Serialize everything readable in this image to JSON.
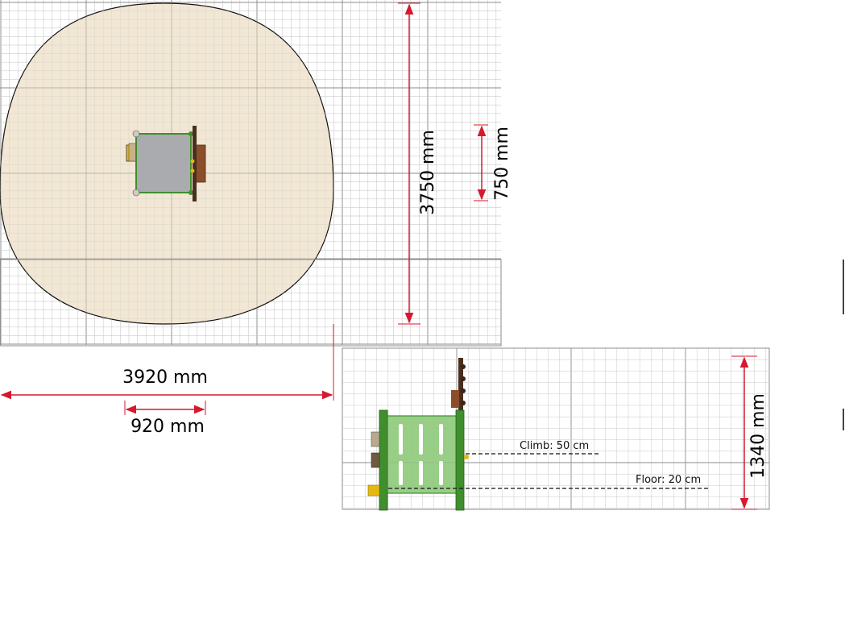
{
  "plan_view": {
    "dim_width_label": "3920 mm",
    "dim_item_width_label": "920 mm",
    "dim_height_label": "3750 mm",
    "dim_item_depth_label": "750 mm"
  },
  "side_view": {
    "dim_height_label": "1340 mm",
    "climb_label": "Climb: 50 cm",
    "floor_label": "Floor: 20 cm"
  },
  "colors": {
    "safety_zone": "#efe3cd",
    "grid_minor": "#c9c9c9",
    "grid_major": "#8c8c8c",
    "dimension": "#d7192e",
    "post_green": "#3f8f2d",
    "panel_green": "#8ec97a",
    "deck_grey": "#a9abaf",
    "wood_brown": "#7a4a2a",
    "accent_yellow": "#e5b90f"
  }
}
